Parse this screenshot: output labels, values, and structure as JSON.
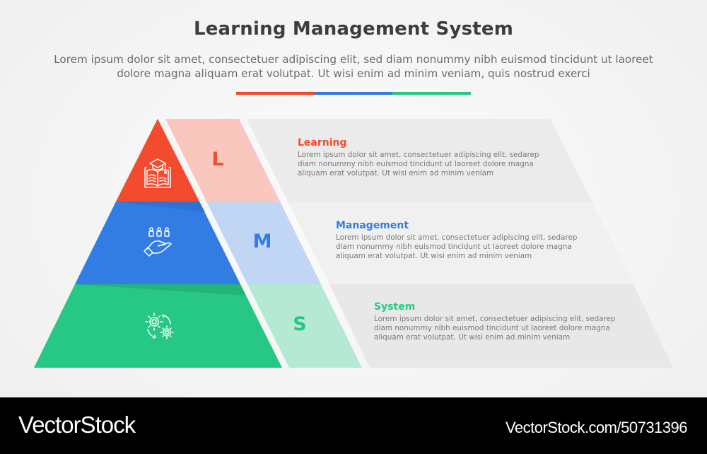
{
  "header": {
    "title": "Learning Management System",
    "subtitle": "Lorem ipsum dolor sit amet, consectetuer adipiscing elit, sed diam nonummy nibh euismod tincidunt ut laoreet dolore magna aliquam erat volutpat. Ut wisi enim ad minim veniam, quis nostrud exerci",
    "divider_colors": [
      "#f04a2c",
      "#2f7be0",
      "#29c584"
    ]
  },
  "colors": {
    "red": "#f24b2d",
    "red_light": "#f9c7bd",
    "blue": "#317de4",
    "blue_light": "#c1d6f4",
    "green": "#27c886",
    "green_light": "#b6e9d3",
    "gray_band": "#e9e9e9"
  },
  "levels": [
    {
      "letter": "L",
      "title": "Learning",
      "icon": "graduation-book-icon",
      "color": "#f24b2d",
      "text": "Lorem ipsum dolor sit amet, consectetuer adipiscing elit, sedarep diam nonummy nibh euismod tincidunt ut laoreet dolore magna aliquam erat volutpat. Ut wisi enim ad minim veniam"
    },
    {
      "letter": "M",
      "title": "Management",
      "icon": "hand-people-icon",
      "color": "#317de4",
      "text": "Lorem ipsum dolor sit amet, consectetuer adipiscing elit, sedarep diam nonummy nibh euismod tincidunt ut laoreet dolore magna aliquam erat volutpat. Ut wisi enim ad minim veniam"
    },
    {
      "letter": "S",
      "title": "System",
      "icon": "gears-cycle-icon",
      "color": "#27c886",
      "text": "Lorem ipsum dolor sit amet, consectetuer adipiscing elit, sedarep diam nonummy nibh euismod tincidunt ut laoreet dolore magna aliquam erat volutpat. Ut wisi enim ad minim veniam"
    }
  ],
  "footer": {
    "logo": "VectorStock",
    "url": "VectorStock.com/50731396"
  }
}
